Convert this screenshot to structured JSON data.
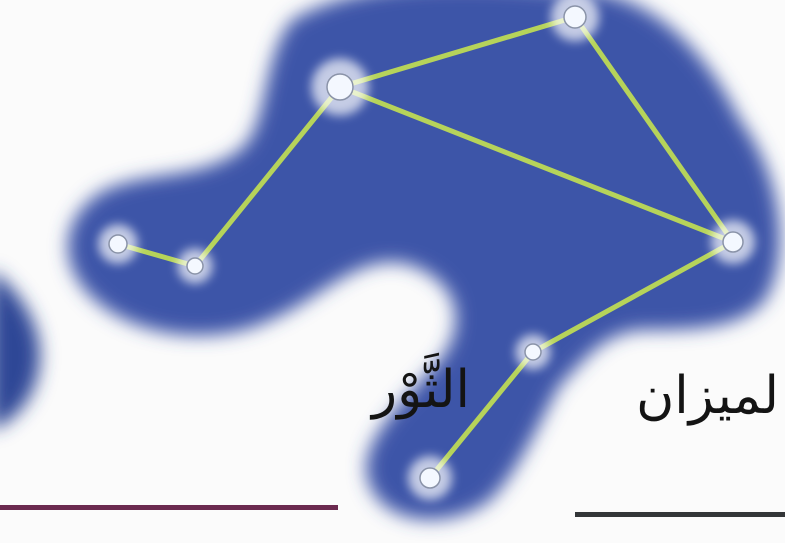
{
  "labels": {
    "left": "الثَّوْر",
    "right": "لميزان"
  },
  "colors": {
    "sky": "#3d55a8",
    "sky_dark": "#2f4796",
    "line": "#b6d35a",
    "star": "#f4f8ff",
    "rule_left": "#6b2a4f",
    "rule_right": "#333638"
  },
  "constellation": {
    "stars": [
      "star-1",
      "star-2",
      "star-3",
      "star-4",
      "star-5",
      "star-6",
      "star-7"
    ],
    "lines": [
      [
        "star-1",
        "star-2"
      ],
      [
        "star-2",
        "star-3"
      ],
      [
        "star-3",
        "star-4"
      ],
      [
        "star-4",
        "star-5"
      ],
      [
        "star-5",
        "star-3"
      ],
      [
        "star-5",
        "star-6"
      ],
      [
        "star-6",
        "star-7"
      ]
    ]
  }
}
